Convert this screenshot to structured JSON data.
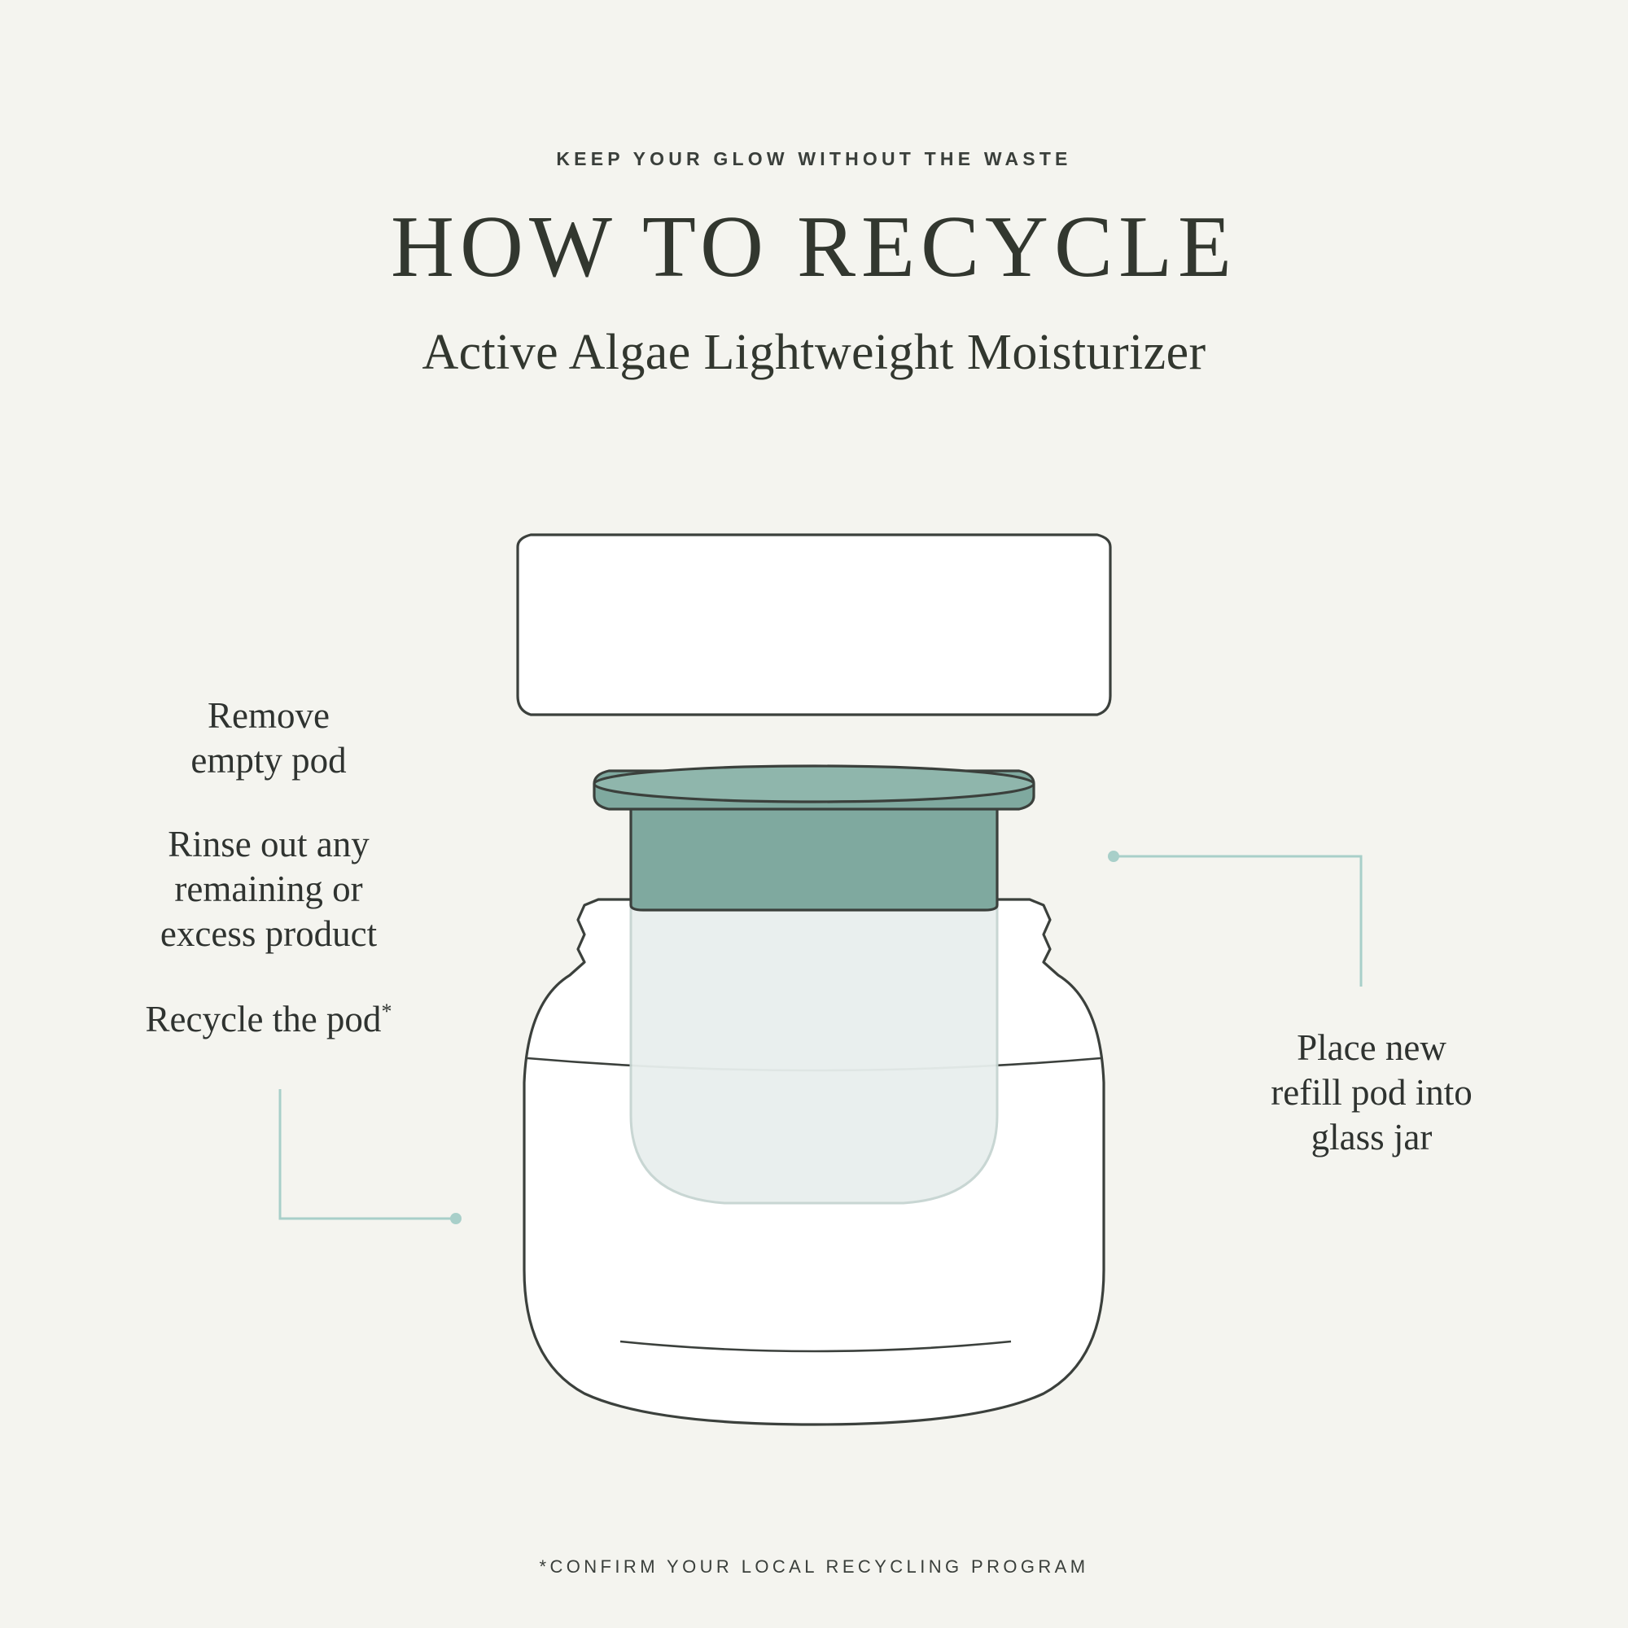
{
  "header": {
    "eyebrow": "KEEP YOUR GLOW WITHOUT THE WASTE",
    "title": "HOW TO RECYCLE",
    "subtitle": "Active Algae Lightweight Moisturizer"
  },
  "annotations": {
    "remove_pod": "Remove\nempty pod",
    "rinse": "Rinse out any\nremaining or\nexcess product",
    "recycle": "Recycle the pod",
    "recycle_sup": "*",
    "place_refill": "Place new\nrefill pod into\nglass jar"
  },
  "footnote": "*CONFIRM YOUR LOCAL RECYCLING PROGRAM",
  "colors": {
    "background": "#f4f4ef",
    "ink": "#2f3330",
    "outline": "#3b403c",
    "pod_green": "#7fa99f",
    "pod_green_top": "#8fb6ac",
    "jar_fill": "#ffffff",
    "inner_fill": "#e8efee",
    "leader_line": "#a8cfc9"
  },
  "illustration": {
    "parts": [
      "jar-lid",
      "refill-pod",
      "glass-jar"
    ]
  }
}
